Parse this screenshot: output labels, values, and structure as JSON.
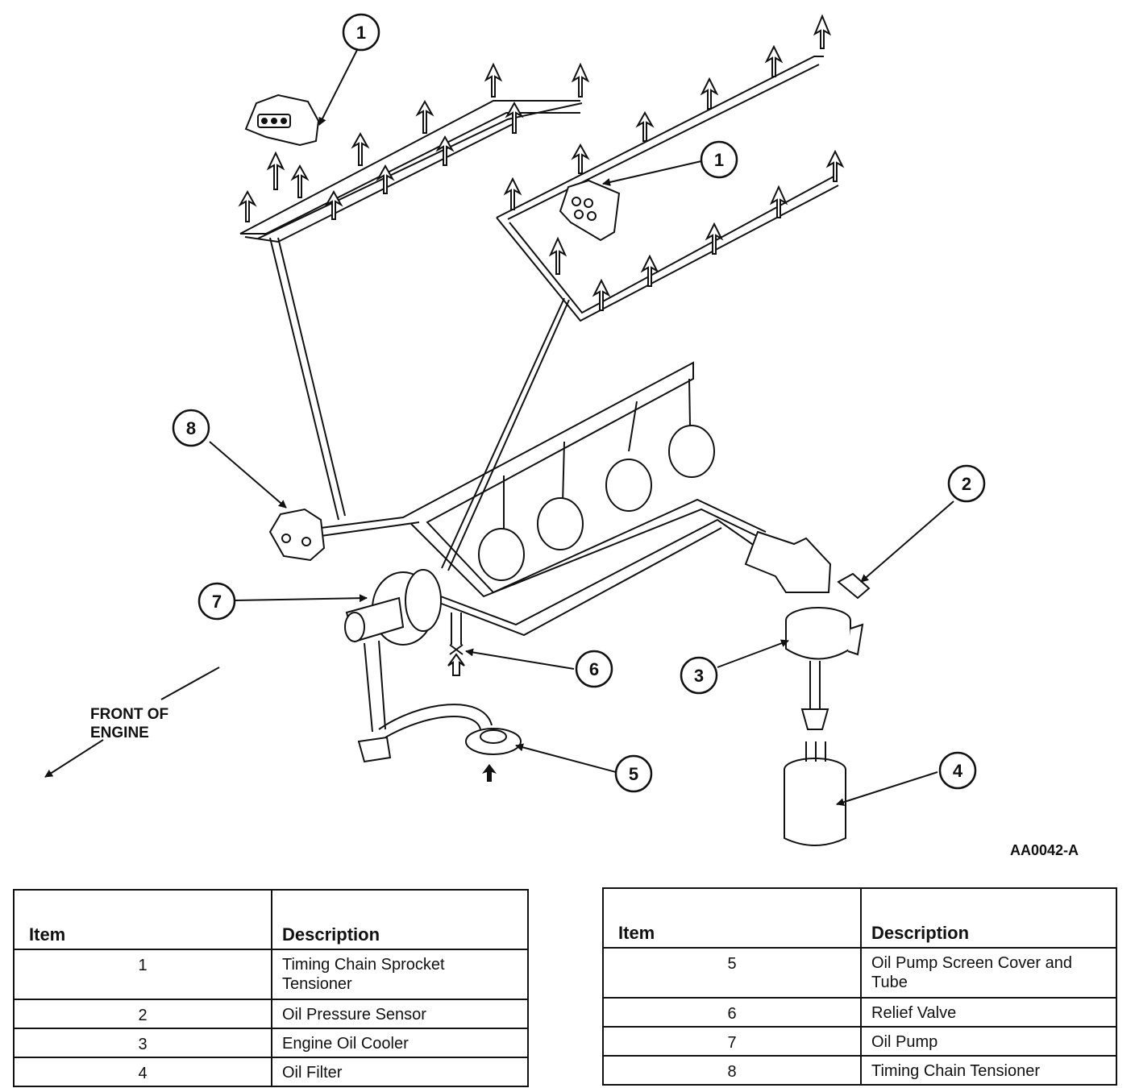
{
  "diagram": {
    "callouts": [
      "1",
      "1",
      "2",
      "3",
      "4",
      "5",
      "6",
      "7",
      "8"
    ],
    "front_label_line1": "FRONT OF",
    "front_label_line2": "ENGINE",
    "figure_id": "AA0042-A"
  },
  "legend_left": {
    "header_item": "Item",
    "header_description": "Description",
    "rows": [
      {
        "item": "1",
        "description_lines": [
          "Timing Chain Sprocket",
          "Tensioner"
        ]
      },
      {
        "item": "2",
        "description_lines": [
          "Oil Pressure Sensor"
        ]
      },
      {
        "item": "3",
        "description_lines": [
          "Engine Oil Cooler"
        ]
      },
      {
        "item": "4",
        "description_lines": [
          "Oil Filter"
        ]
      }
    ]
  },
  "legend_right": {
    "header_item": "Item",
    "header_description": "Description",
    "rows": [
      {
        "item": "5",
        "description_lines": [
          "Oil Pump Screen Cover and",
          "Tube"
        ]
      },
      {
        "item": "6",
        "description_lines": [
          "Relief Valve"
        ]
      },
      {
        "item": "7",
        "description_lines": [
          "Oil Pump"
        ]
      },
      {
        "item": "8",
        "description_lines": [
          "Timing Chain Tensioner"
        ]
      }
    ]
  }
}
